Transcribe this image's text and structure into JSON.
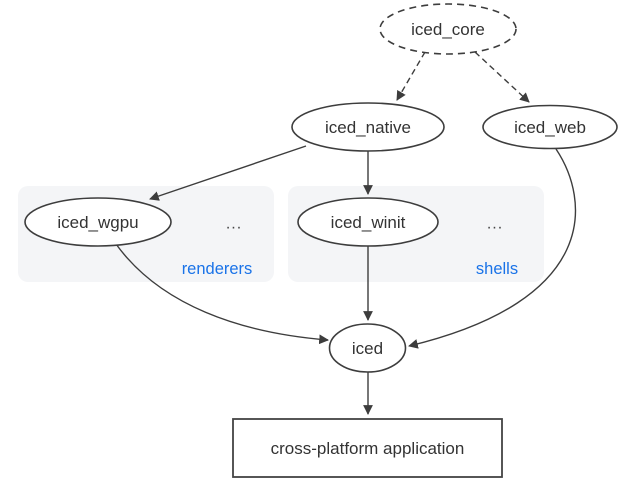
{
  "diagram": {
    "nodes": {
      "iced_core": {
        "label": "iced_core",
        "shape": "ellipse",
        "border": "dashed"
      },
      "iced_native": {
        "label": "iced_native",
        "shape": "ellipse",
        "border": "solid"
      },
      "iced_web": {
        "label": "iced_web",
        "shape": "ellipse",
        "border": "solid"
      },
      "iced_wgpu": {
        "label": "iced_wgpu",
        "shape": "ellipse",
        "border": "solid"
      },
      "iced_winit": {
        "label": "iced_winit",
        "shape": "ellipse",
        "border": "solid"
      },
      "iced": {
        "label": "iced",
        "shape": "ellipse",
        "border": "solid"
      },
      "app": {
        "label": "cross-platform application",
        "shape": "rectangle",
        "border": "solid"
      }
    },
    "groups": {
      "renderers": {
        "label": "renderers",
        "ellipsis": "...",
        "members": [
          "iced_wgpu"
        ]
      },
      "shells": {
        "label": "shells",
        "ellipsis": "...",
        "members": [
          "iced_winit"
        ]
      }
    },
    "edges": [
      {
        "from": "iced_core",
        "to": "iced_native",
        "style": "dashed"
      },
      {
        "from": "iced_core",
        "to": "iced_web",
        "style": "dashed"
      },
      {
        "from": "iced_native",
        "to": "iced_wgpu",
        "style": "solid"
      },
      {
        "from": "iced_native",
        "to": "iced_winit",
        "style": "solid"
      },
      {
        "from": "iced_wgpu",
        "to": "iced",
        "style": "solid"
      },
      {
        "from": "iced_winit",
        "to": "iced",
        "style": "solid"
      },
      {
        "from": "iced_web",
        "to": "iced",
        "style": "solid"
      },
      {
        "from": "iced",
        "to": "app",
        "style": "solid"
      }
    ],
    "colors": {
      "stroke": "#3d3d3d",
      "text": "#333333",
      "group_label": "#1a73e8",
      "group_fill": "#f4f5f7",
      "background": "#ffffff"
    }
  }
}
